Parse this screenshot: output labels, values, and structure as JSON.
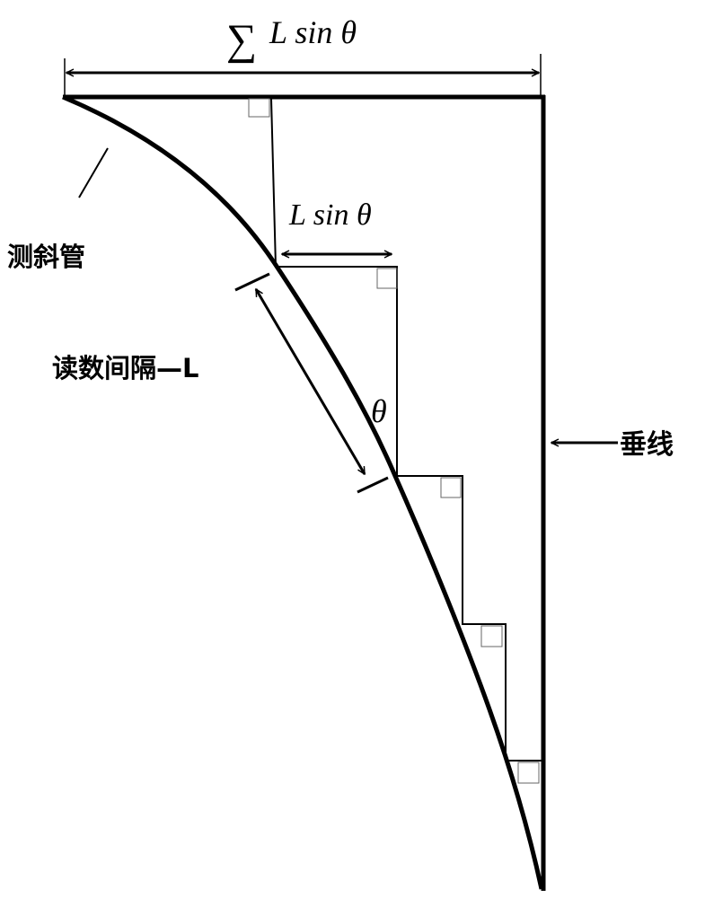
{
  "labels": {
    "sum_label": "∑",
    "sum_expr": "L sin θ",
    "step_expr": "L sin θ",
    "pipe": "测斜管",
    "interval": "读数间隔—L",
    "theta": "θ",
    "plumb": "垂线"
  },
  "colors": {
    "ink": "#000000",
    "background": "#ffffff"
  }
}
